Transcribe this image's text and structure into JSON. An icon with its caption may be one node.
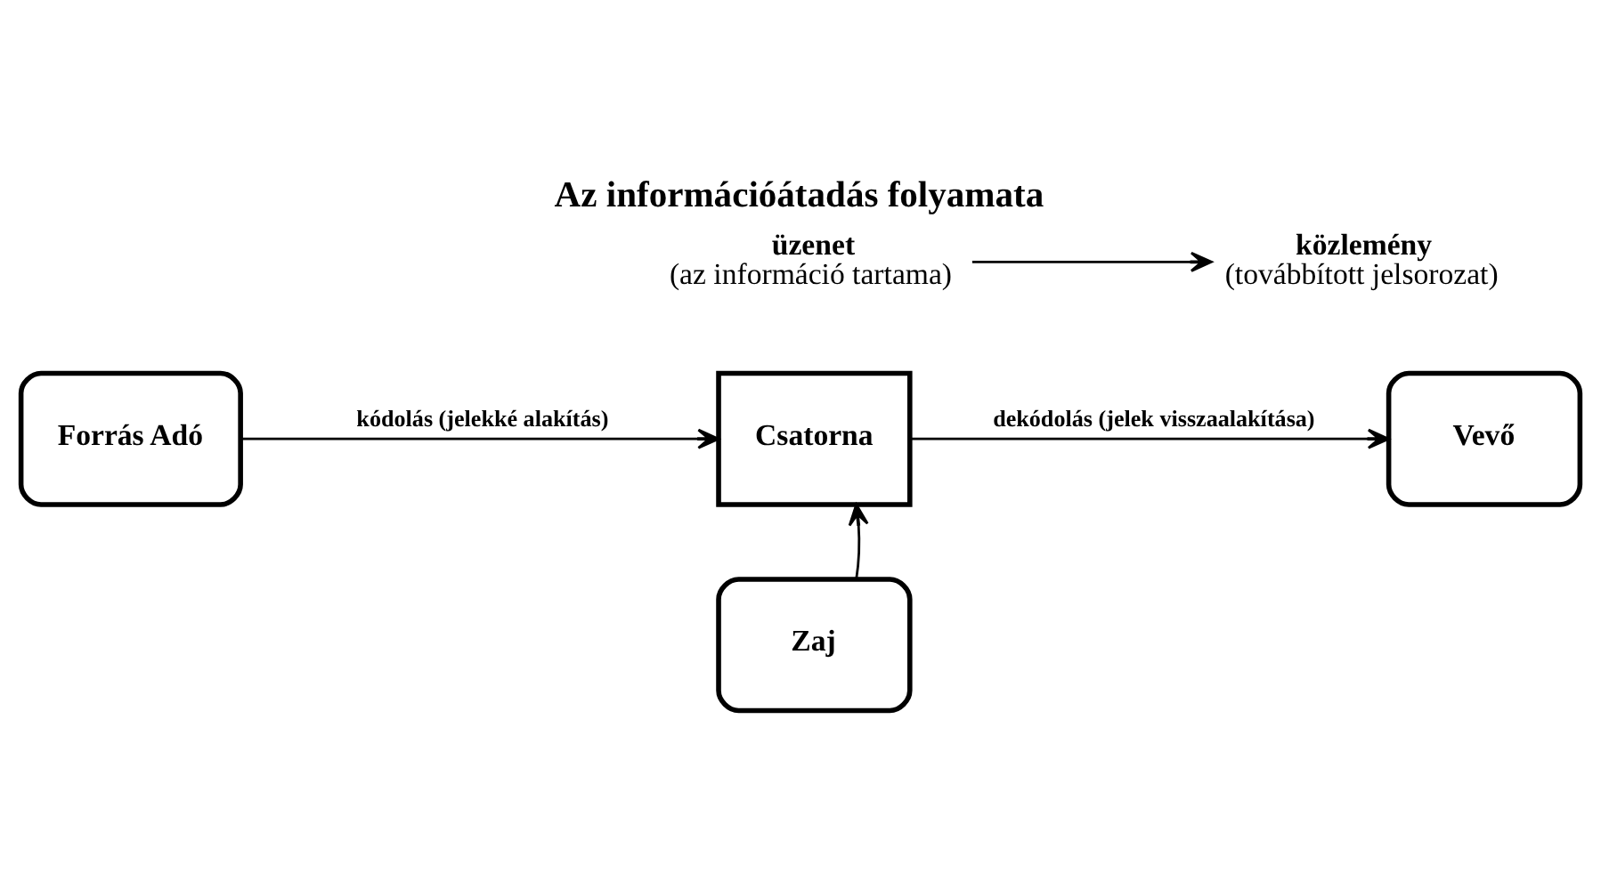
{
  "diagram": {
    "title": "Az információátadás folyamata",
    "nodes": [
      {
        "text": [
          "üzenet",
          "(az információ tartama)"
        ]
      },
      {
        "text": [
          "közlemény",
          "(továbbított jelsorozat)"
        ]
      },
      {
        "text": [
          "Forrás Adó"
        ]
      },
      {
        "text": [
          "Csatorna"
        ]
      },
      {
        "text": [
          "Vevő"
        ]
      },
      {
        "text": [
          "Zaj"
        ]
      }
    ],
    "edges": [
      {
        "from": 0,
        "to": 1,
        "arrow": "to"
      },
      {
        "from": 2,
        "to": 3,
        "arrow": "to",
        "label": "kódolás (jelekké alakítás)"
      },
      {
        "from": 3,
        "to": 4,
        "arrow": "to",
        "label": "dekódolás (jelek visszaalakítása)"
      },
      {
        "from": 5,
        "to": 3,
        "arrow": "to"
      }
    ]
  }
}
